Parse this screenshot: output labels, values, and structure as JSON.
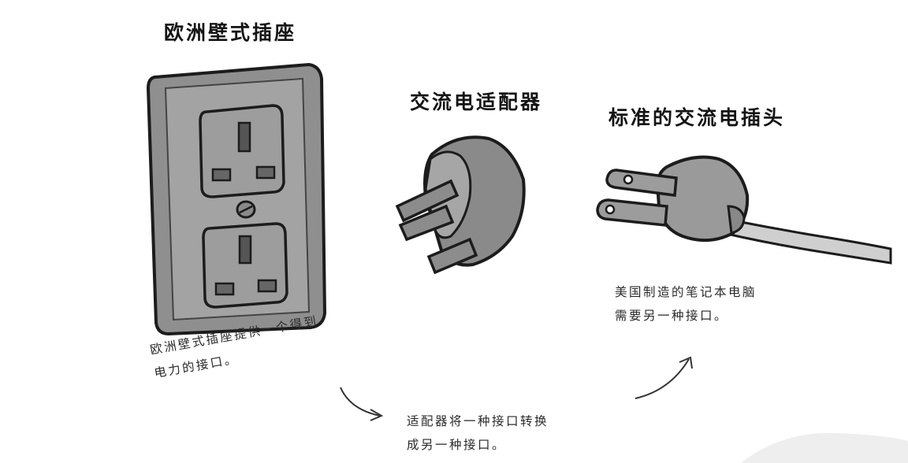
{
  "labels": {
    "euro_socket": "欧洲壁式插座",
    "ac_adapter": "交流电适配器",
    "standard_plug": "标准的交流电插头"
  },
  "notes": {
    "socket": {
      "line1": "欧洲壁式插座提供一个得到",
      "line2": "电力的接口。"
    },
    "adapter": {
      "line1": "适配器将一种接口转换",
      "line2": "成另一种接口。"
    },
    "laptop": {
      "line1": "美国制造的笔记本电脑",
      "line2": "需要另一种接口。"
    }
  },
  "colors": {
    "socket_fill": "#8f8f8f",
    "socket_face": "#a9a9a9",
    "adapter_fill": "#8a8a8a",
    "plug_fill": "#9a9a9a",
    "cord_fill": "#c8c8c8",
    "outline": "#1c1c1c"
  }
}
